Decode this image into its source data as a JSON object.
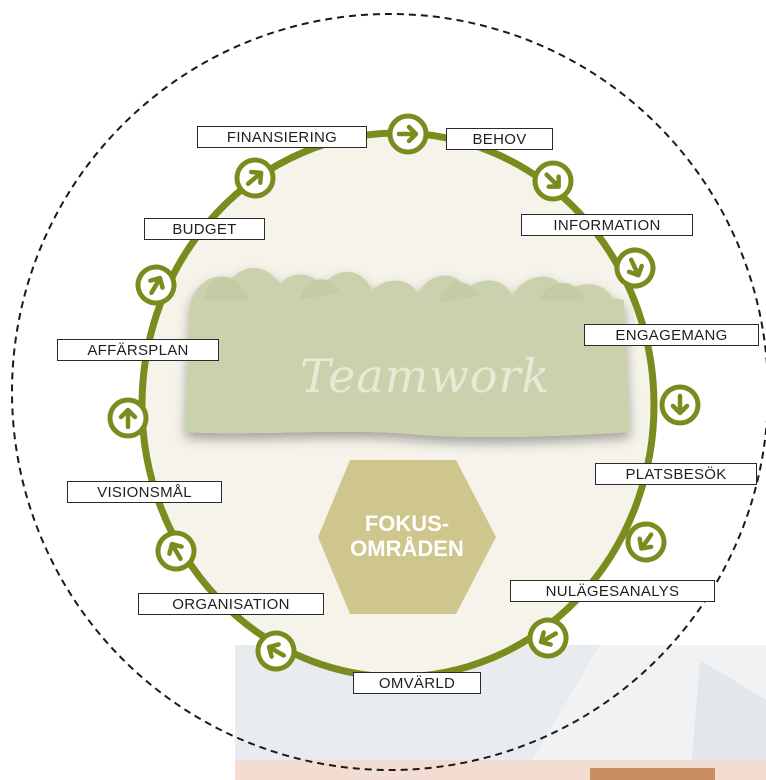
{
  "diagram": {
    "watermark_text": "Teamwork",
    "center_hexagon": {
      "line1": "FOKUS-",
      "line2": "OMRÅDEN"
    },
    "steps": [
      {
        "id": "behov",
        "label": "BEHOV"
      },
      {
        "id": "information",
        "label": "INFORMATION"
      },
      {
        "id": "engagemang",
        "label": "ENGAGEMANG"
      },
      {
        "id": "platsbesok",
        "label": "PLATSBESÖK"
      },
      {
        "id": "nulagesanalys",
        "label": "NULÄGESANALYS"
      },
      {
        "id": "omvarld",
        "label": "OMVÄRLD"
      },
      {
        "id": "organisation",
        "label": "ORGANISATION"
      },
      {
        "id": "visionsmal",
        "label": "VISIONSMÅL"
      },
      {
        "id": "affarsplan",
        "label": "AFFÄRSPLAN"
      },
      {
        "id": "budget",
        "label": "BUDGET"
      },
      {
        "id": "finansiering",
        "label": "FINANSIERING"
      }
    ],
    "colors": {
      "ring": "#7a8c1e",
      "ring_fill": "#f6f4ea",
      "silhouette": "#c9d1ad",
      "hexagon": "#cfc68e",
      "dashed_border": "#1a1a1a"
    }
  }
}
